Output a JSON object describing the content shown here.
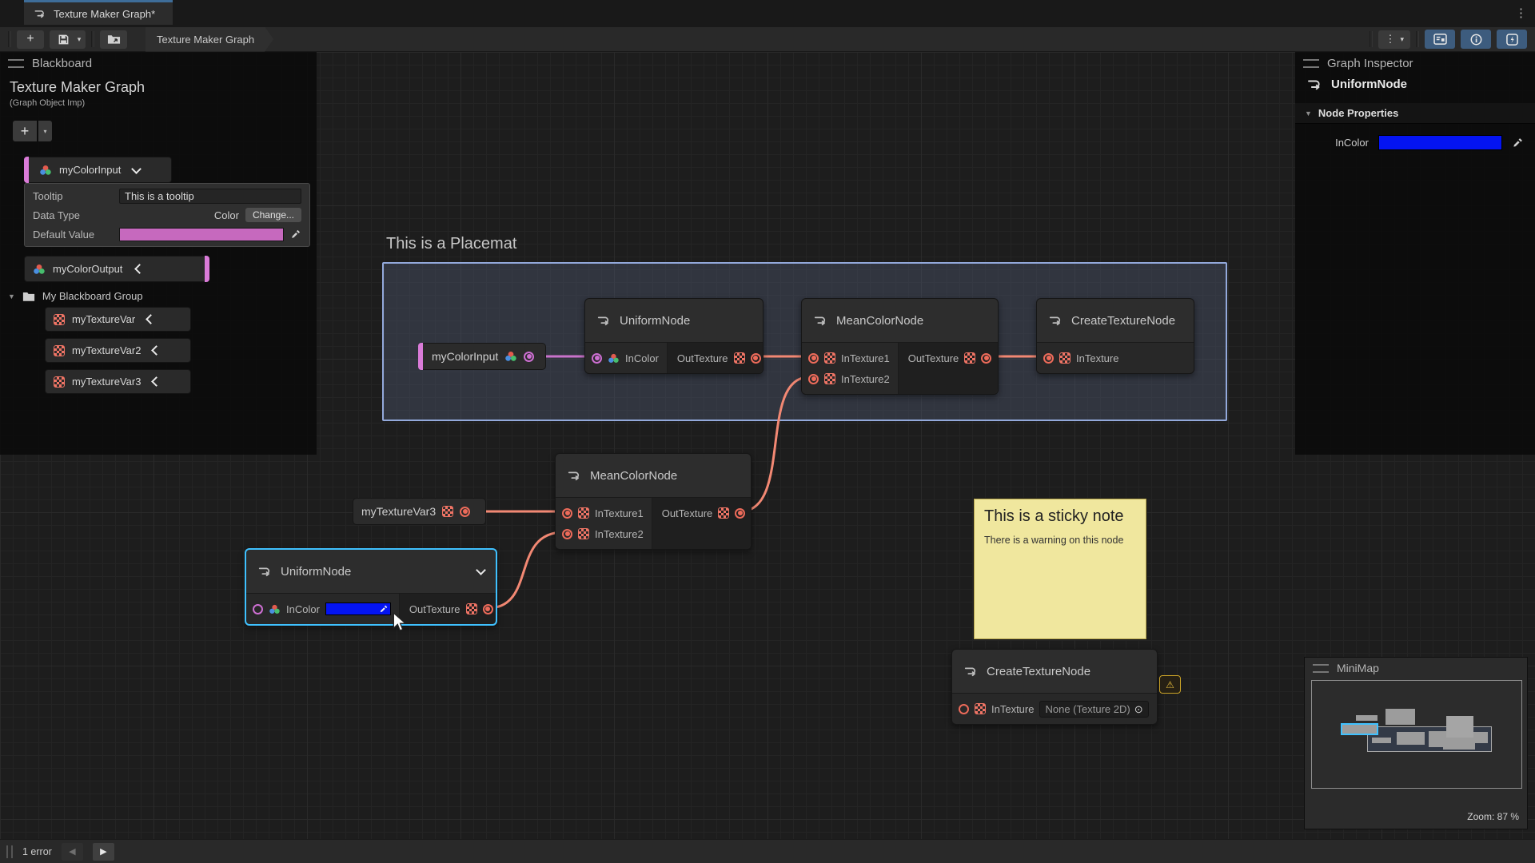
{
  "window": {
    "tab_title": "Texture Maker Graph*"
  },
  "toolbar": {
    "breadcrumb": "Texture Maker Graph"
  },
  "icons": {
    "plus": "+",
    "caret": "▾",
    "kebab": "⋮",
    "foldout": "▼",
    "warning": "⚠",
    "picker": "⊙",
    "back": "◀",
    "forward": "▶"
  },
  "blackboard": {
    "header": "Blackboard",
    "graph_title": "Texture Maker Graph",
    "graph_subtitle": "(Graph Object Imp)",
    "fields": [
      {
        "label": "myColorInput"
      },
      {
        "label": "myColorOutput"
      }
    ],
    "detail": {
      "tooltip_label": "Tooltip",
      "tooltip_value": "This is a tooltip",
      "datatype_label": "Data Type",
      "datatype_value": "Color",
      "change_button": "Change...",
      "default_label": "Default Value",
      "default_color": "#C669BE"
    },
    "group": {
      "label": "My Blackboard Group",
      "items": [
        {
          "label": "myTextureVar"
        },
        {
          "label": "myTextureVar2"
        },
        {
          "label": "myTextureVar3"
        }
      ]
    }
  },
  "inspector": {
    "header": "Graph Inspector",
    "node_title": "UniformNode",
    "section_title": "Node Properties",
    "property_label": "InColor",
    "property_color": "#0414F2"
  },
  "graph": {
    "placemat_label": "This is a Placemat",
    "tokens": [
      {
        "label": "myColorInput"
      },
      {
        "label": "myTextureVar3"
      }
    ],
    "nodes": [
      {
        "title": "UniformNode",
        "inputs": [
          "InColor"
        ],
        "outputs": [
          "OutTexture"
        ]
      },
      {
        "title": "MeanColorNode",
        "inputs": [
          "InTexture1",
          "InTexture2"
        ],
        "outputs": [
          "OutTexture"
        ]
      },
      {
        "title": "CreateTextureNode",
        "inputs": [
          "InTexture"
        ],
        "outputs": []
      },
      {
        "title": "MeanColorNode",
        "inputs": [
          "InTexture1",
          "InTexture2"
        ],
        "outputs": [
          "OutTexture"
        ]
      },
      {
        "title": "UniformNode",
        "inputs": [
          "InColor"
        ],
        "outputs": [
          "OutTexture"
        ],
        "selected": true,
        "incolor_value": "#0414F2"
      },
      {
        "title": "CreateTextureNode",
        "inputs": [
          "InTexture"
        ],
        "outputs": [],
        "object_field": "None (Texture 2D)",
        "warning": true
      }
    ],
    "sticky_note": {
      "title": "This is a sticky note",
      "body": "There is a warning on this node"
    }
  },
  "minimap": {
    "header": "MiniMap",
    "zoom_label": "Zoom: 87 %"
  },
  "status_bar": {
    "errors": "1 error"
  },
  "colors": {
    "accent_pink": "#DA7BD8",
    "edge_pink": "#C973CB",
    "accent_salmon": "#ED6B5A",
    "edge_salmon": "#F28873",
    "selection_blue": "#3FC1FF",
    "placemat_border": "#93A9DB",
    "sticky_bg": "#F0E79E",
    "tab_accent": "#3E6D99",
    "toolbar_toggle_blue": "#3D5C7E",
    "warning_yellow": "#E2B93B"
  }
}
